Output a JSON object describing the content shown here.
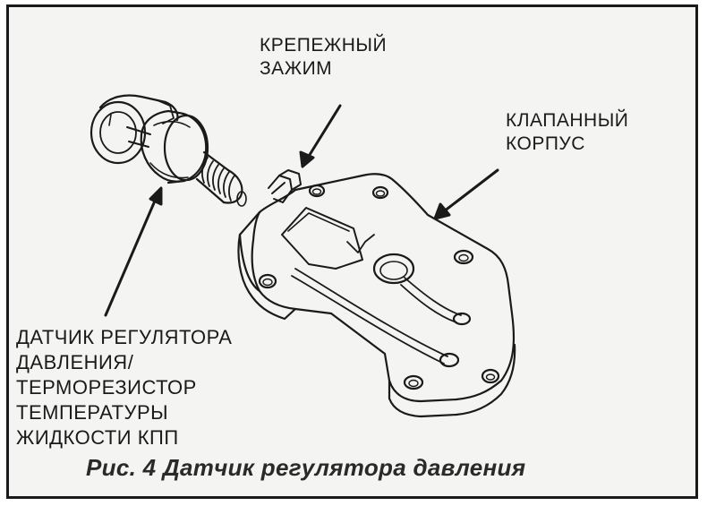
{
  "labels": {
    "clip": [
      "КРЕПЕЖНЫЙ",
      "ЗАЖИМ"
    ],
    "valve_body": [
      "КЛАПАННЫЙ",
      "КОРПУС"
    ],
    "sensor": [
      "ДАТЧИК РЕГУЛЯТОРА",
      "ДАВЛЕНИЯ/",
      "ТЕРМОРЕЗИСТОР",
      "ТЕМПЕРАТУРЫ",
      "ЖИДКОСТИ КПП"
    ]
  },
  "caption": "Рис. 4 Датчик регулятора давления",
  "colors": {
    "ink": "#1a1a1a",
    "paper": "#f4f4f2"
  }
}
